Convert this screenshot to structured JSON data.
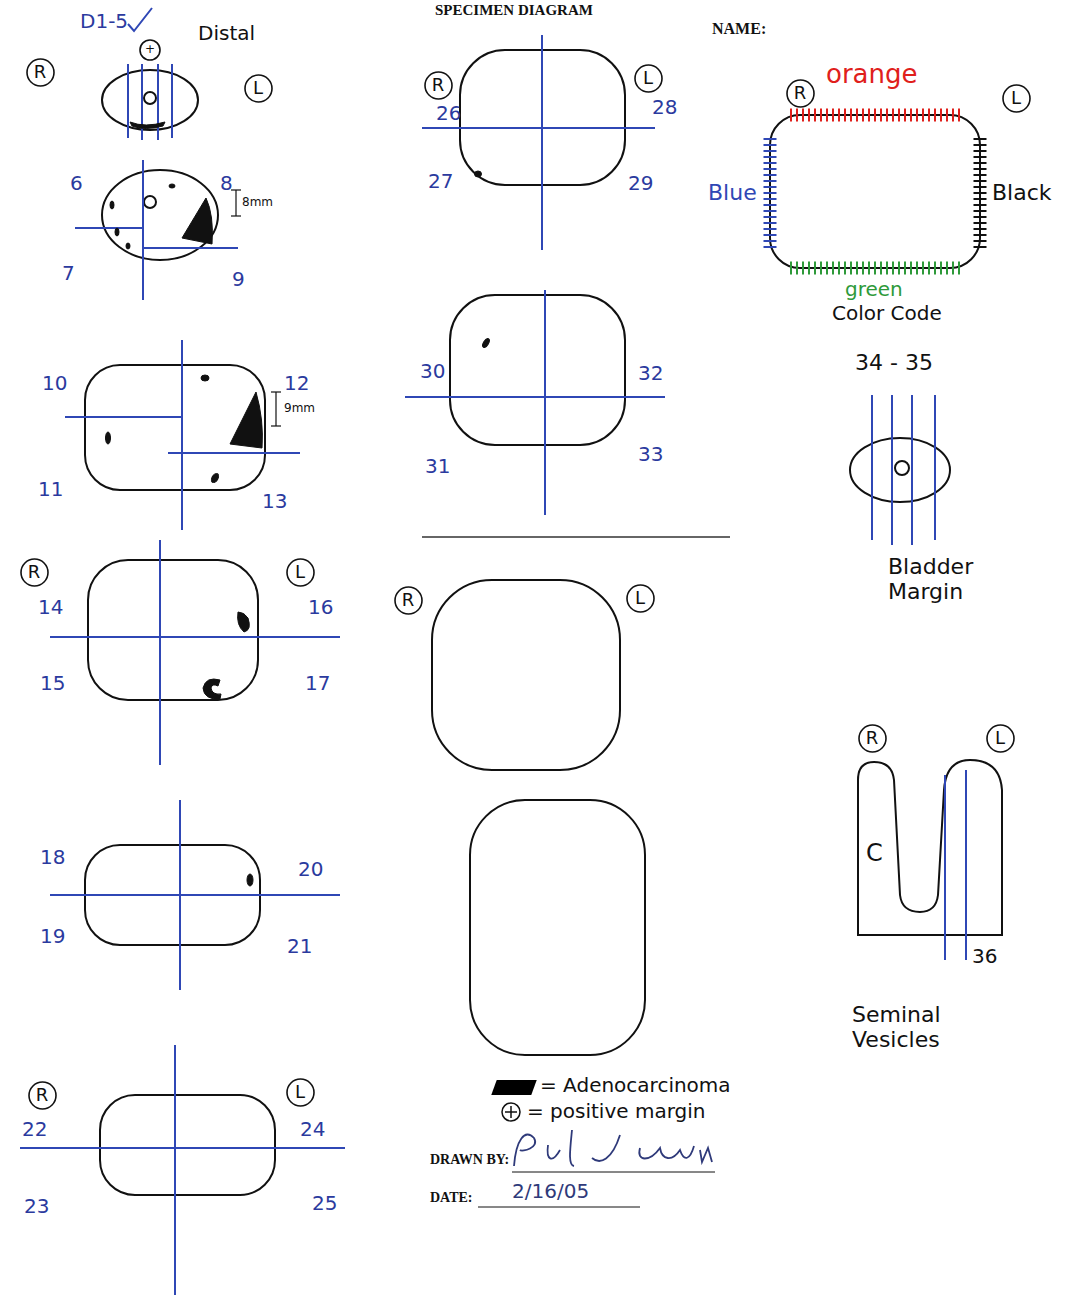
{
  "diagram": {
    "title": "SPECIMEN DIAGRAM",
    "nodes": [
      {
        "text": [
          "R"
        ]
      },
      {
        "text": [
          "+"
        ]
      },
      {
        "text": [
          "L"
        ]
      },
      {
        "text": [
          "R"
        ]
      },
      {
        "text": [
          "L"
        ]
      },
      {
        "text": [
          "R"
        ]
      },
      {
        "text": [
          "L"
        ]
      },
      {
        "text": [
          "R"
        ]
      },
      {
        "text": [
          "L"
        ]
      },
      {
        "text": [
          "R"
        ]
      },
      {
        "text": [
          "L"
        ]
      },
      {
        "text": [
          "R"
        ]
      },
      {
        "text": [
          "L"
        ]
      },
      {
        "text": [
          "R"
        ]
      },
      {
        "text": [
          "L"
        ]
      }
    ],
    "labels": [
      "NAME:",
      "D1-5",
      "Distal",
      "6",
      "7",
      "9",
      "8",
      "8mm",
      "10",
      "11",
      "12",
      "9mm",
      "13",
      "14",
      "16",
      "15",
      "17",
      "18",
      "20",
      "19",
      "21",
      "22",
      "24",
      "23",
      "25",
      "26",
      "28",
      "27",
      "29",
      "30",
      "32",
      "31",
      "33",
      "orange",
      "Blue",
      "Black",
      "green",
      "Color Code",
      "34 - 35",
      "Bladder Margin",
      "C",
      "36",
      "Seminal Vesicles",
      "DRAWN BY:",
      "DATE:",
      "2/16/05"
    ],
    "legend": [
      {
        "text": "= Adenocarcinoma",
        "color": "#000000"
      },
      {
        "text": "= positive margin"
      }
    ]
  }
}
